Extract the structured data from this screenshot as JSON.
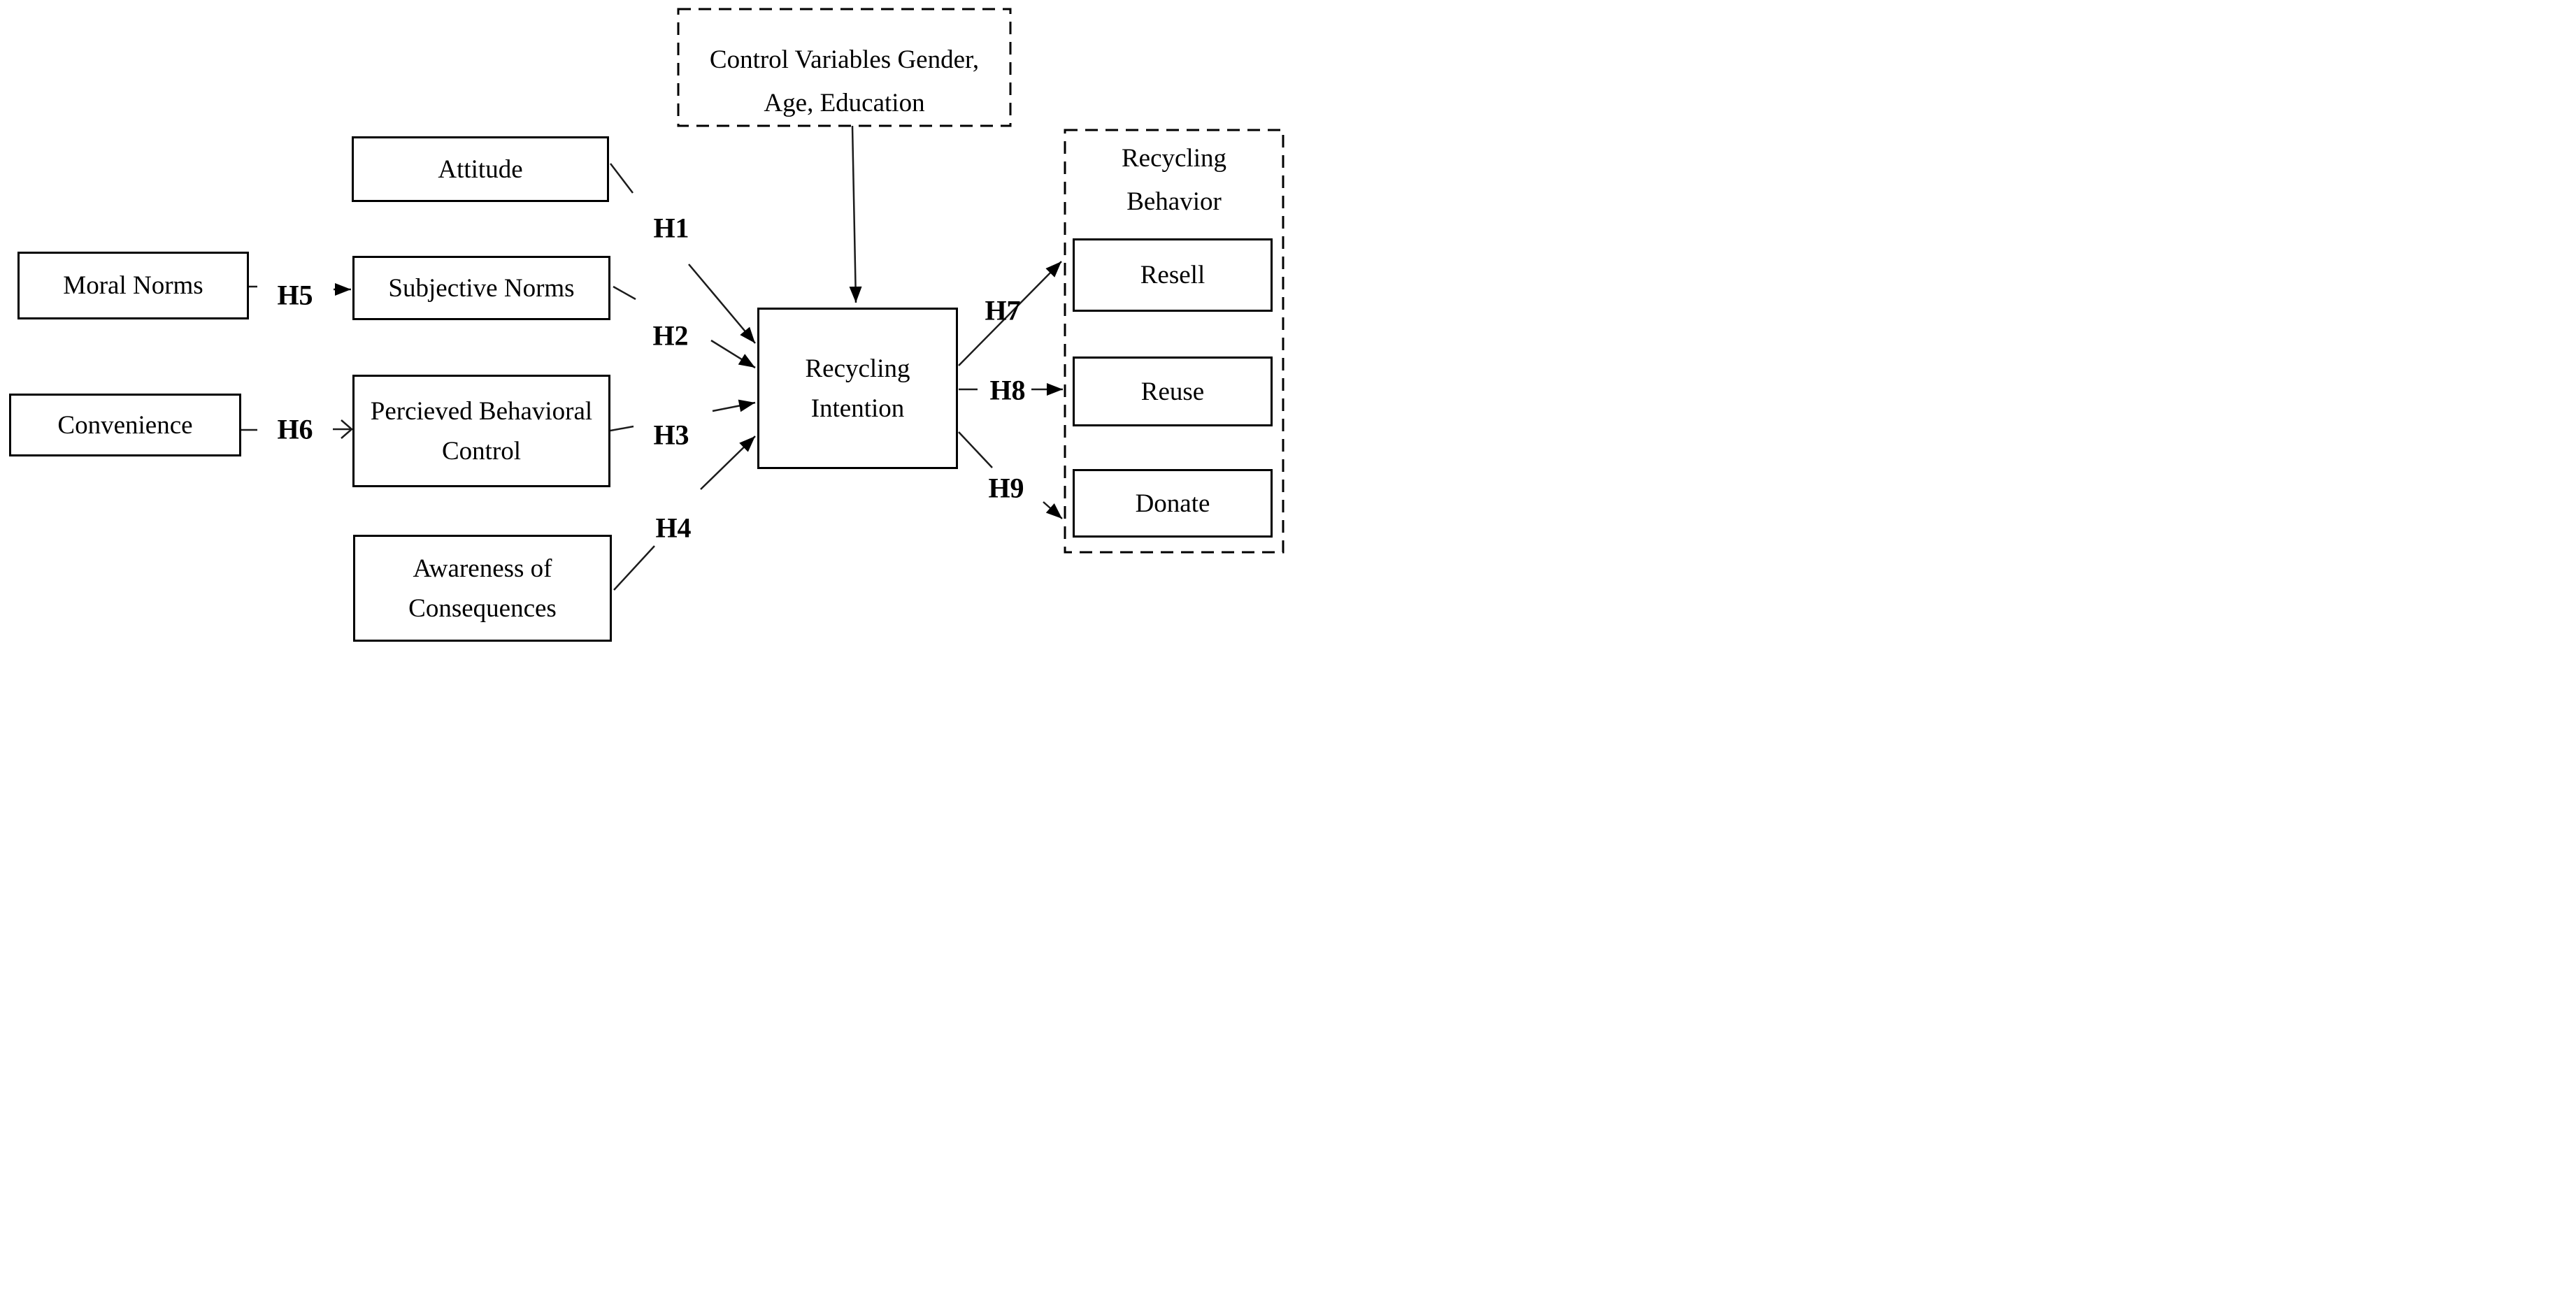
{
  "figure": {
    "background_color": "#ffffff",
    "ink_color": "#000000",
    "line_color": "#1c1c1c"
  },
  "nodes": {
    "control_variables": {
      "line1": "Control Variables Gender,",
      "line2": "Age, Education"
    },
    "attitude": {
      "label": "Attitude"
    },
    "moral_norms": {
      "label": "Moral Norms"
    },
    "subjective_norms": {
      "label": "Subjective Norms"
    },
    "convenience": {
      "label": "Convenience"
    },
    "pbc": {
      "line1": "Percieved Behavioral",
      "line2": "Control"
    },
    "awareness": {
      "line1": "Awareness of",
      "line2": "Consequences"
    },
    "recycling_intention": {
      "line1": "Recycling",
      "line2": "Intention"
    },
    "behavior_group": {
      "line1": "Recycling",
      "line2": "Behavior"
    },
    "resell": {
      "label": "Resell"
    },
    "reuse": {
      "label": "Reuse"
    },
    "donate": {
      "label": "Donate"
    }
  },
  "hypotheses": {
    "h1": "H1",
    "h2": "H2",
    "h3": "H3",
    "h4": "H4",
    "h5": "H5",
    "h6": "H6",
    "h7": "H7",
    "h8": "H8",
    "h9": "H9"
  }
}
